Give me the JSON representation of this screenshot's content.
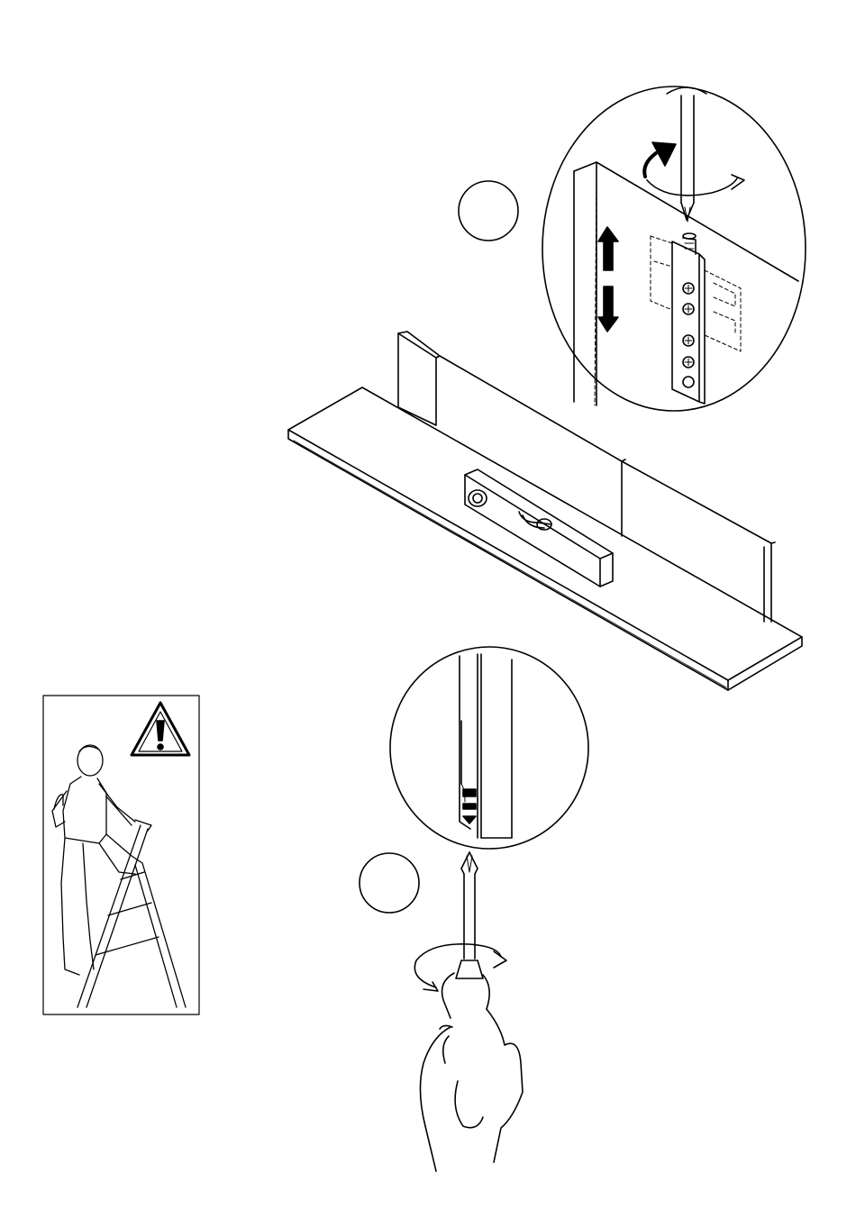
{
  "ink_color": "#000000",
  "paper_color": "#ffffff",
  "figure": {
    "kind": "assembly-instruction-illustration",
    "parts": [
      "wall-shelf-panel",
      "spirit-level",
      "hanging-bracket-detail",
      "screw-detail",
      "screwdriver-with-hand",
      "ladder-safety-warning"
    ]
  },
  "icons": [
    "warning-triangle-icon",
    "rotation-arrow-icon",
    "up-down-arrow-icon",
    "screwdriver-icon",
    "hand-icon",
    "person-on-ladder-icon"
  ]
}
